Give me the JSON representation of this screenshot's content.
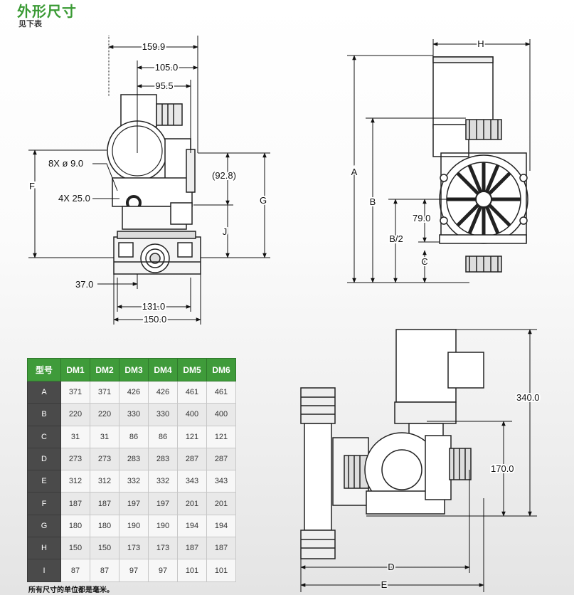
{
  "header": {
    "title": "外形尺寸",
    "subtitle": "见下表"
  },
  "front_view": {
    "dims": {
      "width_top": "159.9",
      "width_mid": "105.0",
      "width_small": "95.5",
      "holes": "8X ø 9.0",
      "slot": "4X 25.0",
      "offset": "(92.8)",
      "left_offset": "37.0",
      "base_inner": "131.0",
      "base_outer": "150.0",
      "label_F": "F",
      "label_G": "G",
      "label_J": "J"
    }
  },
  "side_view": {
    "dims": {
      "label_H": "H",
      "label_A": "A",
      "label_B": "B",
      "label_B2": "B/2",
      "label_C": "C",
      "val_79": "79.0"
    }
  },
  "top_view": {
    "dims": {
      "height_total": "340.0",
      "height_mid": "170.0",
      "label_D": "D",
      "label_E": "E"
    }
  },
  "table": {
    "corner": "型号",
    "models": [
      "DM1",
      "DM2",
      "DM3",
      "DM4",
      "DM5",
      "DM6"
    ],
    "rows": [
      {
        "label": "A",
        "values": [
          "371",
          "371",
          "426",
          "426",
          "461",
          "461"
        ]
      },
      {
        "label": "B",
        "values": [
          "220",
          "220",
          "330",
          "330",
          "400",
          "400"
        ]
      },
      {
        "label": "C",
        "values": [
          "31",
          "31",
          "86",
          "86",
          "121",
          "121"
        ]
      },
      {
        "label": "D",
        "values": [
          "273",
          "273",
          "283",
          "283",
          "287",
          "287"
        ]
      },
      {
        "label": "E",
        "values": [
          "312",
          "312",
          "332",
          "332",
          "343",
          "343"
        ]
      },
      {
        "label": "F",
        "values": [
          "187",
          "187",
          "197",
          "197",
          "201",
          "201"
        ]
      },
      {
        "label": "G",
        "values": [
          "180",
          "180",
          "190",
          "190",
          "194",
          "194"
        ]
      },
      {
        "label": "H",
        "values": [
          "150",
          "150",
          "173",
          "173",
          "187",
          "187"
        ]
      },
      {
        "label": "I",
        "values": [
          "87",
          "87",
          "97",
          "97",
          "101",
          "101"
        ]
      }
    ]
  },
  "footnote": "所有尺寸的单位都是毫米。"
}
